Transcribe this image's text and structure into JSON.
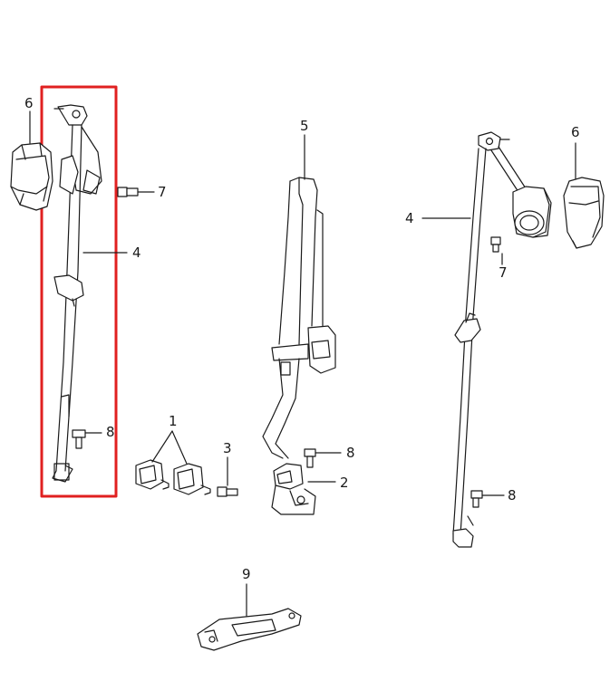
{
  "callouts": {
    "left_retractor_cover": "6",
    "left_belt_assembly": "4",
    "left_bolt_upper": "7",
    "left_bolt_lower": "8",
    "buckles": "1",
    "buckle_bolt": "3",
    "center_belt": "5",
    "center_bolt": "8",
    "center_anchor": "2",
    "right_cover": "6",
    "right_belt_assembly": "4",
    "right_bolt_upper": "7",
    "right_bolt_lower": "8",
    "bracket": "9"
  },
  "colors": {
    "highlight_box": "#e02020",
    "line_art": "#1a1a1a"
  }
}
